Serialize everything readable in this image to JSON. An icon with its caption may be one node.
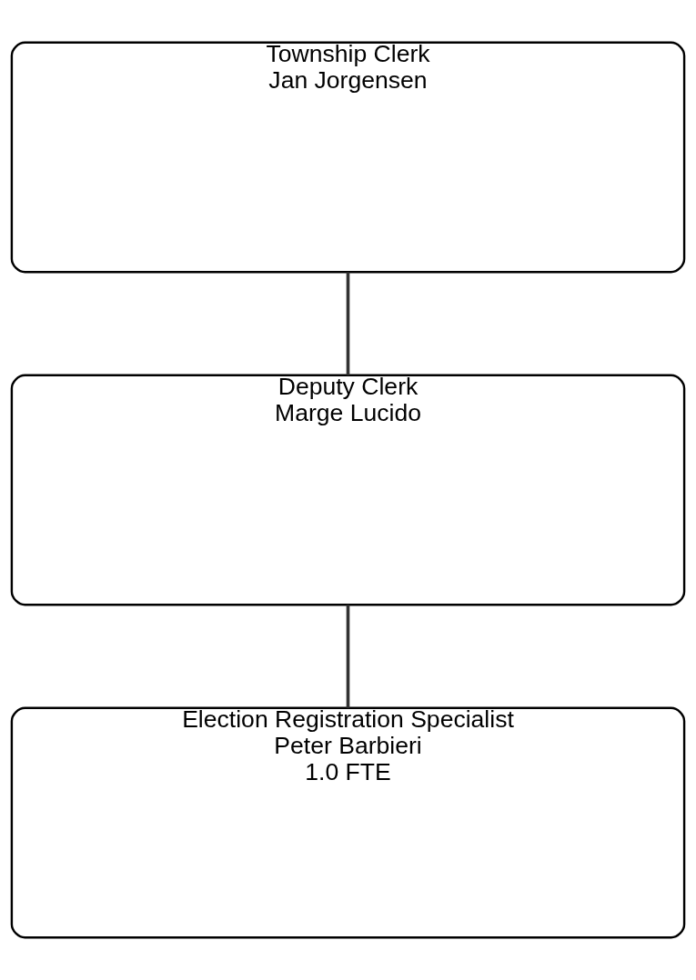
{
  "diagram": {
    "nodes": [
      {
        "text": [
          "Township Clerk",
          "Jan Jorgensen"
        ]
      },
      {
        "text": [
          "Deputy Clerk",
          "Marge Lucido"
        ]
      },
      {
        "text": [
          "Election Registration Specialist",
          "Peter Barbieri",
          "1.0 FTE"
        ]
      }
    ],
    "edges": [
      {
        "from": 0,
        "to": 1,
        "arrow": "none"
      },
      {
        "from": 1,
        "to": 2,
        "arrow": "none"
      }
    ]
  }
}
